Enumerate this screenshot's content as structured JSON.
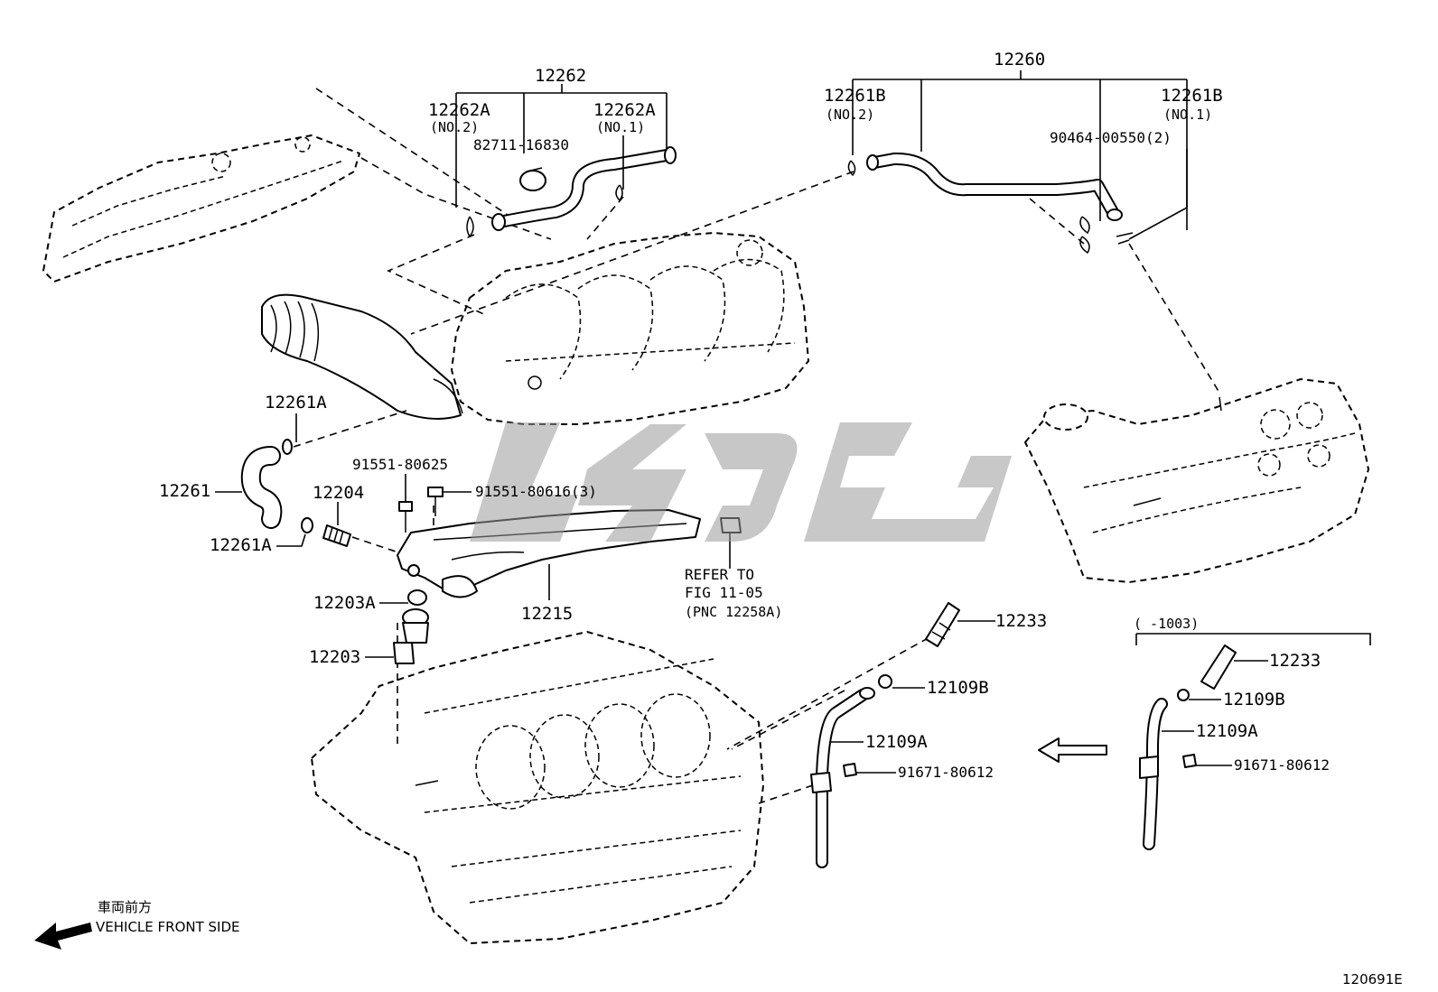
{
  "figure_code": "120691E",
  "orientation": {
    "japanese": "車両前方",
    "english": "VEHICLE FRONT SIDE"
  },
  "parts": {
    "p12262": "12262",
    "p12262A_no2": "12262A",
    "p12262A_no2_sub": "(NO.2)",
    "p82711": "82711-16830",
    "p12262A_no1": "12262A",
    "p12262A_no1_sub": "(NO.1)",
    "p12260": "12260",
    "p12261B_no2": "12261B",
    "p12261B_no2_sub": "(NO.2)",
    "p12261B_no1": "12261B",
    "p12261B_no1_sub": "(NO.1)",
    "p90464": "90464-00550(2)",
    "p12261A_top": "12261A",
    "p12261": "12261",
    "p12261A_bottom": "12261A",
    "p91551_80625": "91551-80625",
    "p91551_80616": "91551-80616(3)",
    "p12204": "12204",
    "p12203A": "12203A",
    "p12215": "12215",
    "p12203": "12203",
    "refer_line1": "REFER TO",
    "refer_line2": "FIG 11-05",
    "refer_line3": "(PNC 12258A)",
    "p12233_main": "12233",
    "p12109B_main": "12109B",
    "p12109A_main": "12109A",
    "p91671_main": "91671-80612",
    "variant_range": "(      -1003)",
    "p12233_var": "12233",
    "p12109B_var": "12109B",
    "p12109A_var": "12109A",
    "p91671_var": "91671-80612"
  },
  "watermark_color": "#9a9a9a"
}
